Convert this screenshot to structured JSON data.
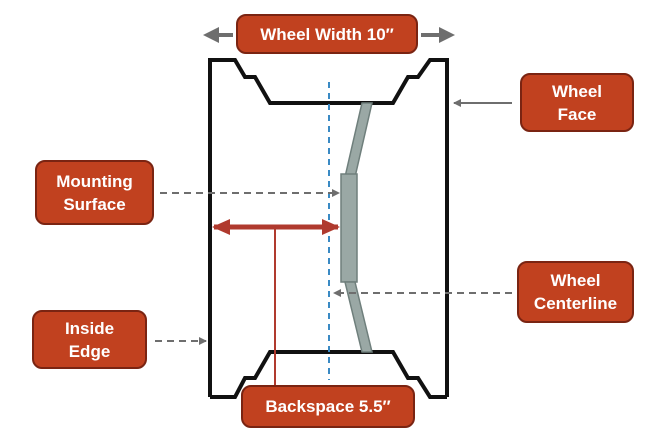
{
  "labels": {
    "wheel_width": "Wheel Width 10″",
    "wheel_face": "Wheel\nFace",
    "mounting_surface": "Mounting\nSurface",
    "wheel_centerline": "Wheel\nCenterline",
    "inside_edge": "Inside\nEdge",
    "backspace": "Backspace 5.5″"
  },
  "colors": {
    "label_fill": "#c1411f",
    "label_border": "#7a2412",
    "label_text": "#ffffff",
    "wheel_outline": "#111111",
    "hub_gray": "#9aa8a5",
    "centerline_blue": "#3a8ac4",
    "backspace_arrow": "#b03a2e",
    "pointer_gray": "#6e6e6e"
  }
}
